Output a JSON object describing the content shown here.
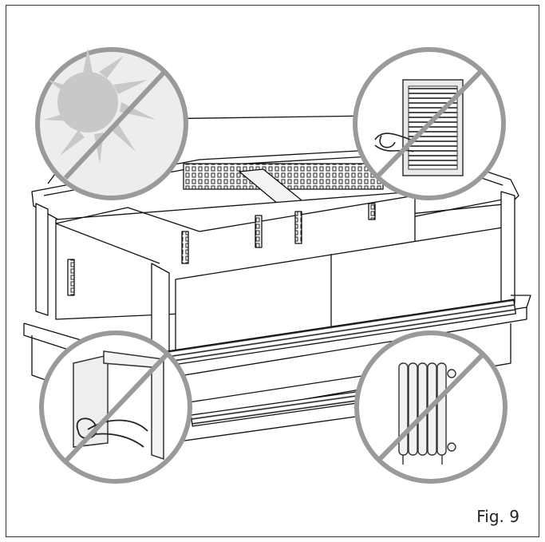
{
  "figure": {
    "label": "Fig. 9"
  },
  "warnings": [
    {
      "id": "sun",
      "icon": "sun-icon"
    },
    {
      "id": "vent",
      "icon": "air-vent-icon"
    },
    {
      "id": "door",
      "icon": "open-door-draft-icon"
    },
    {
      "id": "radiator",
      "icon": "radiator-icon"
    }
  ],
  "colors": {
    "line": "#111111",
    "circle_fill": "#ededed",
    "circle_stroke": "#9a9a9a",
    "sun": "#c8c8c8"
  }
}
